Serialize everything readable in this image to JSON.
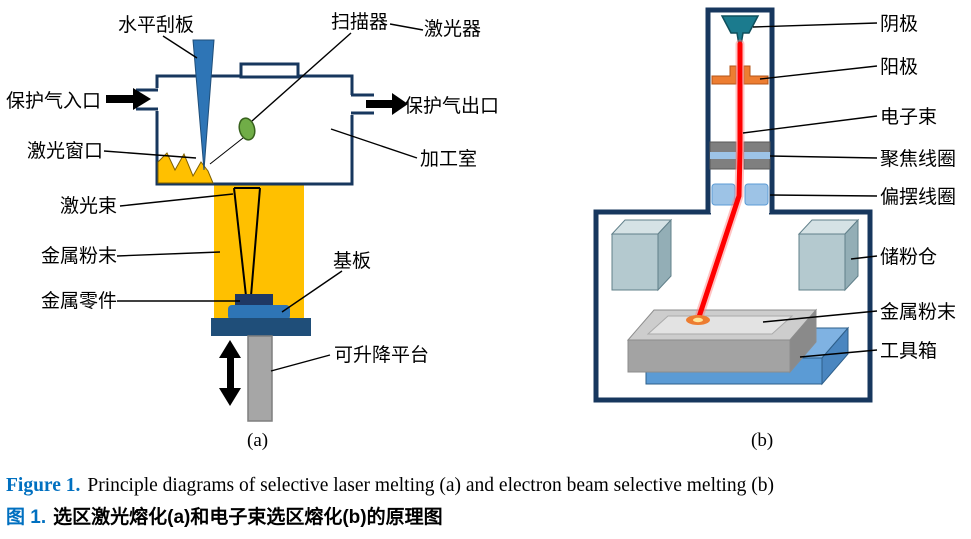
{
  "figure": {
    "panel_a": {
      "tag": "(a)",
      "labels": {
        "scraper": "水平刮板",
        "scanner": "扫描器",
        "laser": "激光器",
        "gas_inlet": "保护气入口",
        "gas_outlet": "保护气出口",
        "laser_window": "激光窗口",
        "process_chamber": "加工室",
        "laser_beam": "激光束",
        "metal_powder": "金属粉末",
        "metal_part": "金属零件",
        "substrate": "基板",
        "lift_platform": "可升降平台"
      }
    },
    "panel_b": {
      "tag": "(b)",
      "labels": {
        "cathode": "阴极",
        "anode": "阳极",
        "electron_beam": "电子束",
        "focus_coil": "聚焦线圈",
        "deflect_coil": "偏摆线圈",
        "powder_bin": "储粉仓",
        "metal_powder": "金属粉末",
        "tool_box": "工具箱"
      }
    },
    "caption": {
      "en_label": "Figure 1.",
      "en_text": "Principle diagrams of selective laser melting (a) and electron beam selective melting (b)",
      "zh_label": "图 1.",
      "zh_text": "选区激光熔化(a)和电子束选区熔化(b)的原理图"
    },
    "colors": {
      "outline_blue": "#17375e",
      "powder_yellow": "#ffc000",
      "scraper_blue": "#2e75b6",
      "scanner_green": "#70ad47",
      "beam_red": "#ff0000",
      "anode_orange": "#ed7d31",
      "cathode_teal": "#1b7b8e",
      "coil_blue": "#9dc3e6",
      "caption_blue": "#0070c0"
    }
  }
}
